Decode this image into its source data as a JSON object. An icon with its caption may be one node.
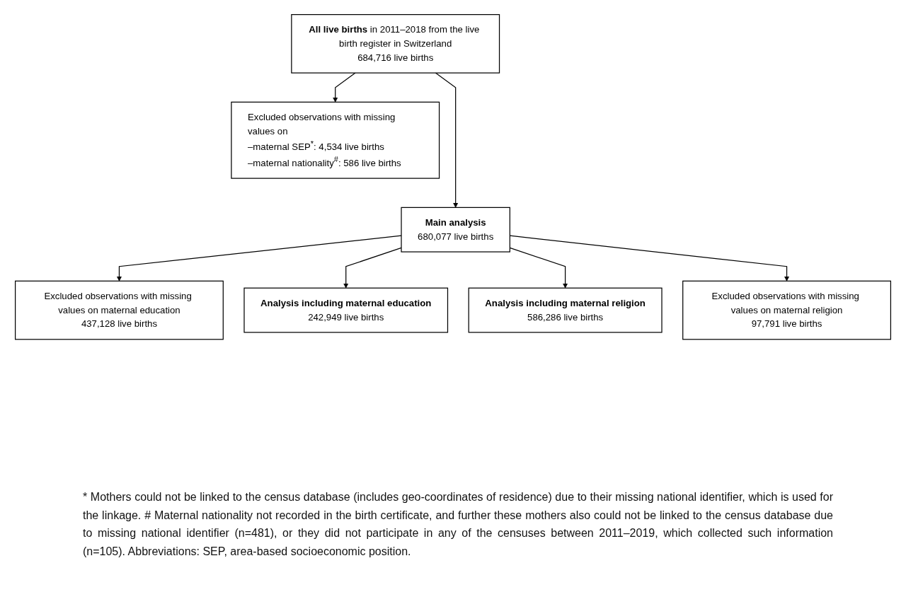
{
  "diagram": {
    "nodes": [
      {
        "text": [
          "**All live births** in 2011–2018 from the live birth register in Switzerland",
          "684,716 live births"
        ]
      },
      {
        "text": [
          "Excluded observations with missing values on",
          "–maternal SEP$^{*}$: 4,534 live births",
          "–maternal nationality$^{#}$: 586 live births"
        ]
      },
      {
        "text": [
          "Main analysis",
          "680,077 live births"
        ]
      },
      {
        "text": [
          "Excluded observations with missing values on maternal education",
          "437,128 live births"
        ]
      },
      {
        "text": [
          "Excluded observations with missing values on maternal religion",
          "97,791 live births"
        ]
      },
      {
        "text": [
          "Analysis including maternal education",
          "242,949 live births"
        ]
      },
      {
        "text": [
          "Analysis including maternal religion",
          "586,286 live births"
        ]
      }
    ],
    "edges": [
      {
        "from": 0,
        "to": 2,
        "arrow": "to"
      },
      {
        "from": 0,
        "to": 1,
        "arrow": "to"
      },
      {
        "from": 2,
        "to": 3,
        "arrow": "to"
      },
      {
        "from": 2,
        "to": 5,
        "arrow": "to"
      },
      {
        "from": 2,
        "to": 6,
        "arrow": "to"
      },
      {
        "from": 2,
        "to": 4,
        "arrow": "to"
      }
    ],
    "caption": "* Mothers could not be linked to the census database (includes geo-coordinates of residence) due to their missing national identifier, which is used for the linkage. # Maternal nationality not recorded in the birth certificate, and further these mothers also could not be linked to the census database due to missing national identifier (n=481), or they did not participate in any of the censuses between 2011–2019, which collected such information (n=105). Abbreviations: SEP, area-based socioeconomic position."
  }
}
